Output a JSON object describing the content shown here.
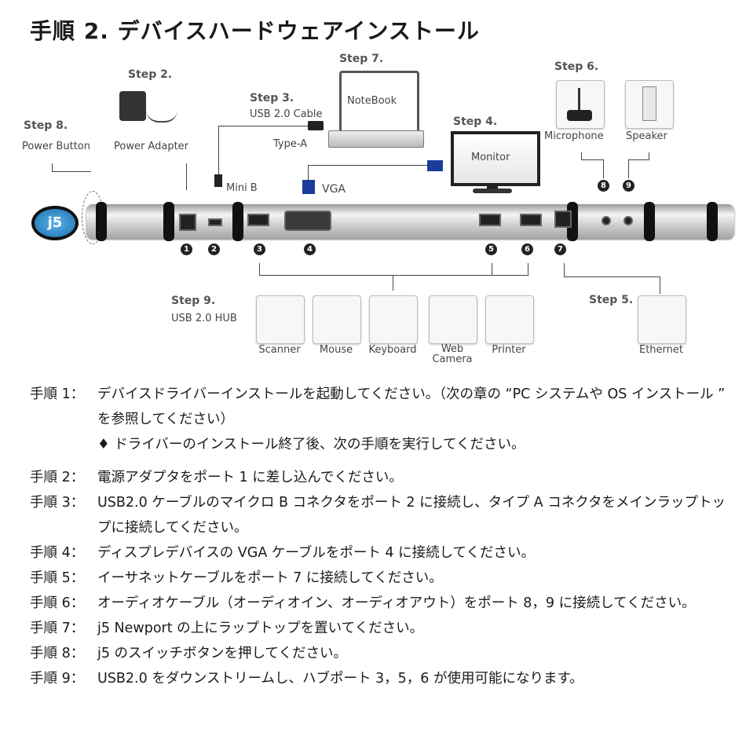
{
  "title": "手順 2. デバイスハードウェアインストール",
  "diagram": {
    "step8": {
      "heading": "Step 8.",
      "label": "Power Button",
      "logo": "j5"
    },
    "step2": {
      "heading": "Step 2.",
      "label": "Power Adapter"
    },
    "step3": {
      "heading": "Step 3.",
      "label": "USB 2.0 Cable",
      "type_a": "Type-A",
      "mini_b": "Mini B"
    },
    "step7": {
      "heading": "Step 7.",
      "label": "NoteBook"
    },
    "step4": {
      "heading": "Step 4.",
      "label": "Monitor",
      "vga": "VGA"
    },
    "step6": {
      "heading": "Step 6.",
      "microphone": "Microphone",
      "speaker": "Speaker"
    },
    "step9": {
      "heading": "Step 9.",
      "label": "USB 2.0 HUB"
    },
    "step5": {
      "heading": "Step 5.",
      "label": "Ethernet"
    },
    "port_numbers": [
      "1",
      "2",
      "3",
      "4",
      "5",
      "6",
      "7",
      "8",
      "9"
    ],
    "devices": [
      "Scanner",
      "Mouse",
      "Keyboard",
      "Web\nCamera",
      "Printer"
    ]
  },
  "steps": [
    {
      "label": "手順 1：",
      "text": "デバイスドライバーインストールを起動してください。（次の章の “PC システムや OS インストール ” を参照してください）"
    },
    {
      "label": "",
      "text": "♦ ドライバーのインストール終了後、次の手順を実行してください。"
    },
    {
      "label": "手順 2：",
      "text": "電源アダプタをポート 1 に差し込んでください。"
    },
    {
      "label": "手順 3：",
      "text": "USB2.0 ケーブルのマイクロ B コネクタをポート 2 に接続し、タイプ A コネクタをメインラップトップに接続してください。"
    },
    {
      "label": "手順 4：",
      "text": "ディスプレデバイスの VGA ケーブルをポート 4 に接続してください。"
    },
    {
      "label": "手順 5：",
      "text": "イーサネットケーブルをポート 7 に接続してください。"
    },
    {
      "label": "手順 6：",
      "text": "オーディオケーブル（オーディオイン、オーディオアウト）をポート 8，9 に接続してください。"
    },
    {
      "label": "手順 7：",
      "text": "j5 Newport の上にラップトップを置いてください。"
    },
    {
      "label": "手順 8：",
      "text": "j5 のスイッチボタンを押してください。"
    },
    {
      "label": "手順 9：",
      "text": "USB2.0 をダウンストリームし、ハブポート 3，5，6 が使用可能になります。"
    }
  ]
}
